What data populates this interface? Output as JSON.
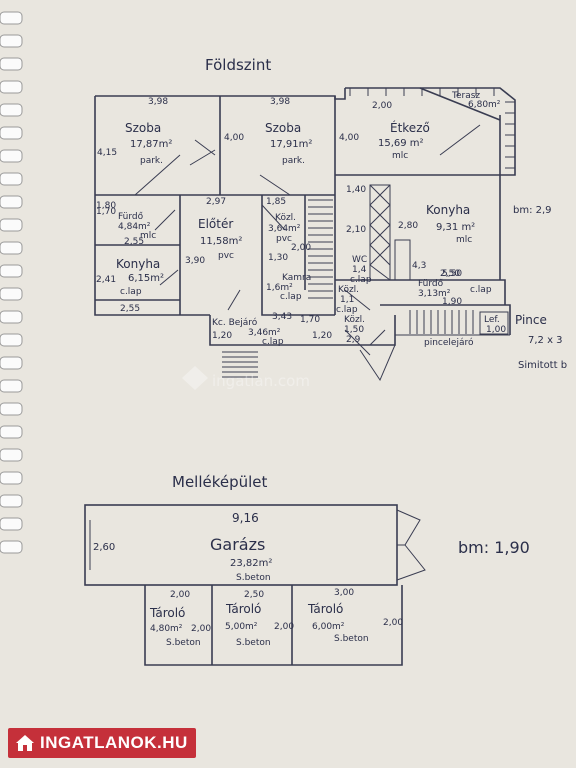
{
  "colors": {
    "paper": "#e9e6df",
    "ink": "#2b2f4a",
    "logo_bg": "#c5303a"
  },
  "ground_floor": {
    "title": "Földszint",
    "rooms": {
      "szoba1": {
        "name": "Szoba",
        "area": "17,87m²",
        "floor": "park.",
        "width": "3,98",
        "height": "4,15"
      },
      "szoba2": {
        "name": "Szoba",
        "area": "17,91m²",
        "floor": "park.",
        "width": "3,98",
        "height": "4,00"
      },
      "etkezo": {
        "name": "Étkező",
        "area": "15,69 m²",
        "floor": "mlc",
        "width": "2,00",
        "height": "4,00"
      },
      "terasz": {
        "name": "Terasz",
        "area": "6,80m²"
      },
      "konyha_big": {
        "name": "Konyha",
        "area": "9,31 m²",
        "floor": "mlc",
        "width": "2,80",
        "height": "4,3"
      },
      "furdo1": {
        "name": "Fürdő",
        "area": "4,84m²",
        "floor": "mlc",
        "height": "1,70",
        "width": "2,55"
      },
      "eloter": {
        "name": "Előtér",
        "area": "11,58m²",
        "floor": "pvc",
        "width": "2,97",
        "height": "3,90"
      },
      "kozl": {
        "name": "Közl.",
        "area": "3,64m²",
        "floor": "pvc",
        "width": "1,85",
        "height": "2,00"
      },
      "konyha_small": {
        "name": "Konyha",
        "area": "6,15m²",
        "floor": "c.lap",
        "height": "2,41",
        "width": "2,55"
      },
      "kamra": {
        "name": "Kamra",
        "area": "1,6m²",
        "floor": "c.lap"
      },
      "furdo2": {
        "name": "Fürdő",
        "area": "3,13m²",
        "floor": "c.lap",
        "width": "2,50",
        "height": "1,90"
      },
      "kozl2": {
        "name": "Közl.",
        "area": "1,1",
        "floor": "c.lap"
      },
      "wc": {
        "name": "WC",
        "area": "1,4",
        "floor": "c.lap"
      },
      "kc_bejaro": {
        "name": "Kc. Bejáró",
        "area": "3,46m²",
        "floor": "c.lap",
        "width": "3,43",
        "height": "1,20"
      },
      "nyitott": {
        "name": "1,70",
        "area": "1,20"
      },
      "kozl3": {
        "name": "Közl.",
        "area": "1,50",
        "floor": "2,9"
      },
      "pince_box": {
        "name": "Lef.",
        "area": "1,00"
      }
    },
    "annotations": {
      "bm": "bm: 2,9",
      "pince": "Pince",
      "pince_size": "7,2 x 3",
      "pince_floor": "Simitott b",
      "pinceleiro": "pincelejáró",
      "dim_1_80": "1,80",
      "dim_5_50": "5,50",
      "dim_1_40": "1,40",
      "dim_2_10": "2,10",
      "dim_1_30": "1,30"
    }
  },
  "outbuilding": {
    "title": "Melléképület",
    "garage": {
      "name": "Garázs",
      "area": "23,82m²",
      "floor": "S.beton",
      "width": "9,16",
      "height": "2,60"
    },
    "bm": "bm: 1,90",
    "storages": [
      {
        "name": "Tároló",
        "area": "4,80m²",
        "floor": "S.beton",
        "width": "2,00",
        "height": "2,00"
      },
      {
        "name": "Tároló",
        "area": "5,00m²",
        "floor": "S.beton",
        "width": "2,50",
        "height": "2,00"
      },
      {
        "name": "Tároló",
        "area": "6,00m²",
        "floor": "S.beton",
        "width": "3,00",
        "height": "2,00"
      }
    ]
  },
  "watermark": "ingatlan.com",
  "logo": {
    "text": "INGATLANOK.HU"
  }
}
